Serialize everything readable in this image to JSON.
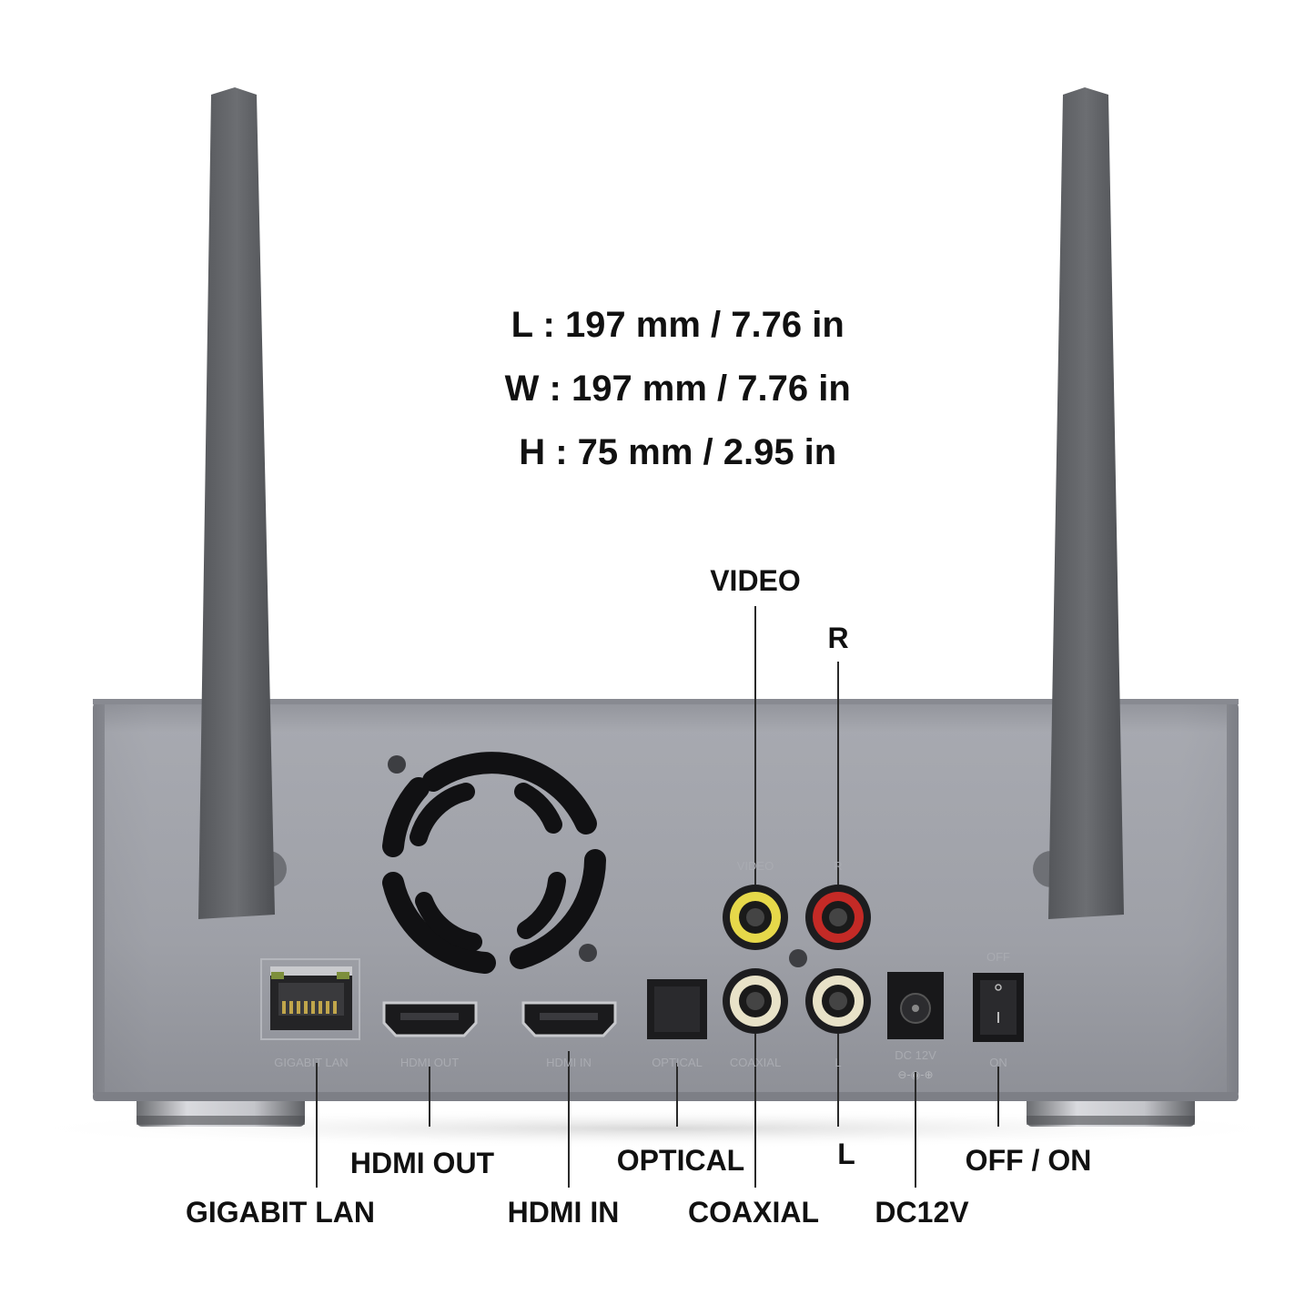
{
  "dimensions": [
    {
      "label": "L",
      "value": "197 mm / 7.76 in"
    },
    {
      "label": "W",
      "value": "197 mm / 7.76 in"
    },
    {
      "label": "H",
      "value": "75 mm / 2.95 in"
    }
  ],
  "callouts": {
    "video": "VIDEO",
    "r": "R",
    "hdmi_out": "HDMI OUT",
    "gigabit_lan": "GIGABIT LAN",
    "hdmi_in": "HDMI IN",
    "optical": "OPTICAL",
    "coaxial": "COAXIAL",
    "l": "L",
    "dc12v": "DC12V",
    "off_on": "OFF / ON"
  },
  "panel_labels": {
    "gigabit_lan": "GIGABIT LAN",
    "hdmi_out": "HDMI OUT",
    "hdmi_in": "HDMI IN",
    "optical": "OPTICAL",
    "coaxial": "COAXIAL",
    "video": "VIDEO",
    "r": "R",
    "l": "L",
    "dc12v": "DC 12V",
    "off": "OFF",
    "on": "ON"
  },
  "colors": {
    "body": "#9b9da5",
    "antenna": "#626468",
    "port_dark": "#1a1a1c",
    "rca_video": "#e6d84a",
    "rca_red": "#c42a26",
    "rca_white": "#e8e2c8"
  }
}
